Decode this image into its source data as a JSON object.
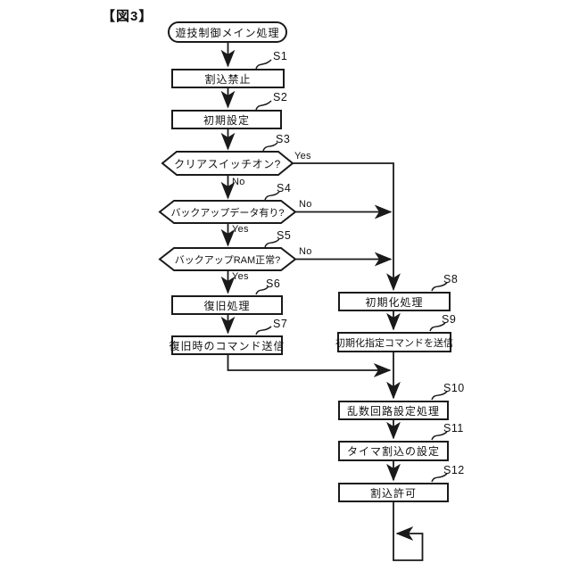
{
  "figure": {
    "label": "【図3】"
  },
  "colors": {
    "line": "#1a1a1a",
    "background": "#ffffff"
  },
  "flowchart": {
    "start": {
      "label": "遊技制御メイン処理"
    },
    "branch_labels": {
      "yes": "Yes",
      "no": "No"
    },
    "steps": [
      {
        "tag": "S1",
        "label": "割込禁止",
        "type": "process"
      },
      {
        "tag": "S2",
        "label": "初期設定",
        "type": "process"
      },
      {
        "tag": "S3",
        "label": "クリアスイッチオン?",
        "type": "decision"
      },
      {
        "tag": "S4",
        "label": "バックアップデータ有り?",
        "type": "decision"
      },
      {
        "tag": "S5",
        "label": "バックアップRAM正常?",
        "type": "decision"
      },
      {
        "tag": "S6",
        "label": "復旧処理",
        "type": "process"
      },
      {
        "tag": "S7",
        "label": "復旧時のコマンド送信",
        "type": "process"
      },
      {
        "tag": "S8",
        "label": "初期化処理",
        "type": "process"
      },
      {
        "tag": "S9",
        "label": "初期化指定コマンドを送信",
        "type": "process"
      },
      {
        "tag": "S10",
        "label": "乱数回路設定処理",
        "type": "process"
      },
      {
        "tag": "S11",
        "label": "タイマ割込の設定",
        "type": "process"
      },
      {
        "tag": "S12",
        "label": "割込許可",
        "type": "process"
      }
    ]
  }
}
